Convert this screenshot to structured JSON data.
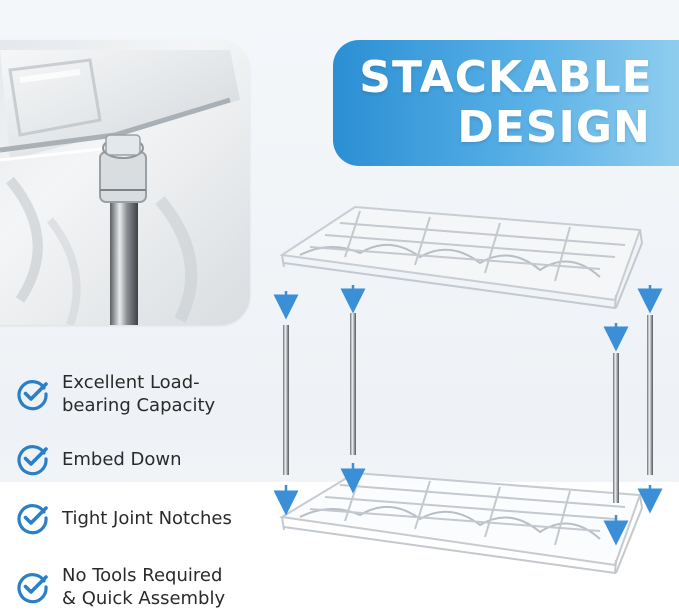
{
  "banner": {
    "title_line1": "STACKABLE",
    "title_line2": "DESIGN"
  },
  "features": [
    {
      "label_line1": "Excellent Load-",
      "label_line2": "bearing Capacity",
      "icon": "check-circle-icon"
    },
    {
      "label_line1": "Embed Down",
      "label_line2": "",
      "icon": "check-circle-icon"
    },
    {
      "label_line1": "Tight Joint Notches",
      "label_line2": "",
      "icon": "check-circle-icon"
    },
    {
      "label_line1": "No Tools Required",
      "label_line2": "& Quick Assembly",
      "icon": "check-circle-icon"
    }
  ],
  "colors": {
    "banner_start": "#2b8fd4",
    "banner_end": "#8fcdef",
    "check_blue": "#2b7fc6",
    "arrow_blue": "#3b8fd6",
    "text": "#2a2a2a"
  }
}
